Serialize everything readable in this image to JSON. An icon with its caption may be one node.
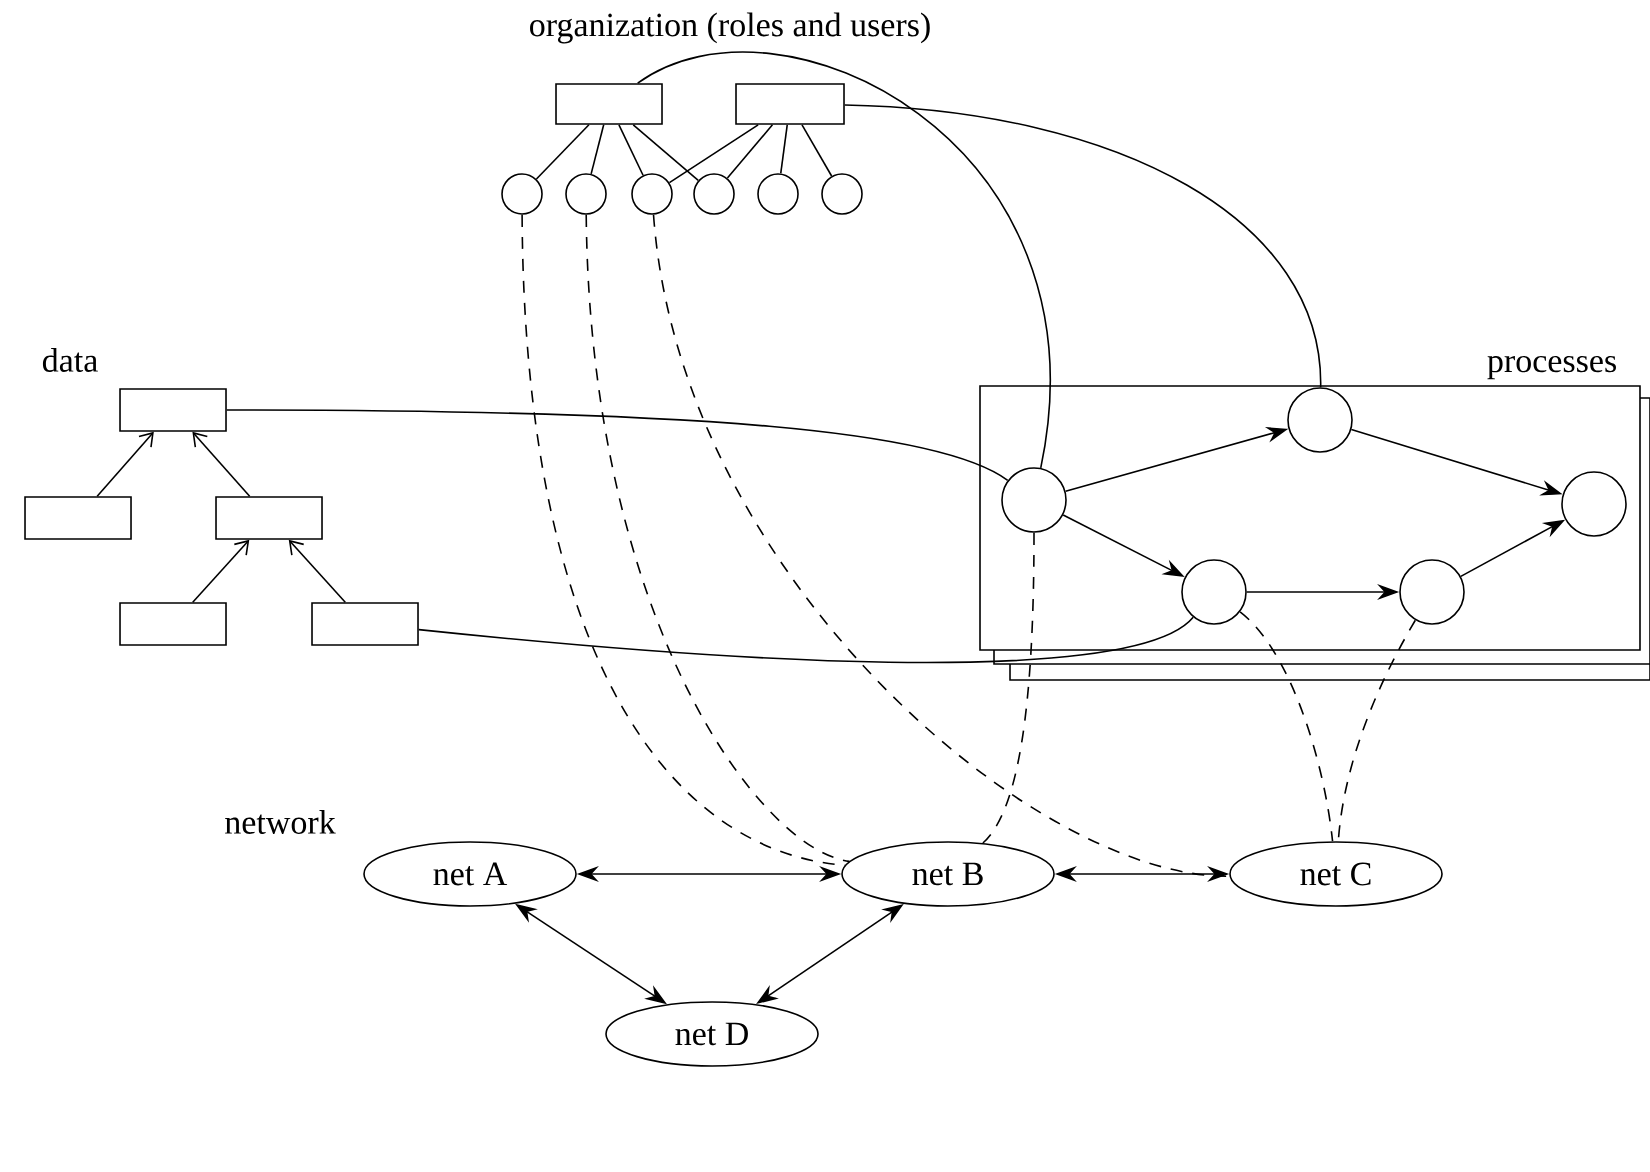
{
  "diagram": {
    "nodes": [
      {
        "text": [],
        "shape": "box"
      },
      {
        "text": [],
        "shape": "box"
      },
      {
        "text": [],
        "shape": "circle"
      },
      {
        "text": [],
        "shape": "circle"
      },
      {
        "text": [],
        "shape": "circle"
      },
      {
        "text": [],
        "shape": "circle"
      },
      {
        "text": [],
        "shape": "circle"
      },
      {
        "text": [],
        "shape": "circle"
      },
      {
        "text": [],
        "shape": "box"
      },
      {
        "text": [],
        "shape": "box"
      },
      {
        "text": [],
        "shape": "box"
      },
      {
        "text": [],
        "shape": "box"
      },
      {
        "text": [],
        "shape": "box"
      },
      {
        "text": [
          "processes"
        ]
      },
      {
        "text": [],
        "shape": "circle",
        "in": 13
      },
      {
        "text": [],
        "shape": "circle",
        "in": 13
      },
      {
        "text": [],
        "shape": "circle",
        "in": 13
      },
      {
        "text": [],
        "shape": "circle",
        "in": 13
      },
      {
        "text": [],
        "shape": "circle",
        "in": 13
      },
      {
        "text": [
          "net A"
        ]
      },
      {
        "text": [
          "net B"
        ]
      },
      {
        "text": [
          "net C"
        ]
      },
      {
        "text": [
          "net D"
        ]
      }
    ],
    "edges": [
      {
        "from": 0,
        "to": 2,
        "arrow": "none"
      },
      {
        "from": 0,
        "to": 3,
        "arrow": "none"
      },
      {
        "from": 0,
        "to": 4,
        "arrow": "none"
      },
      {
        "from": 0,
        "to": 5,
        "arrow": "none"
      },
      {
        "from": 1,
        "to": 4,
        "arrow": "none"
      },
      {
        "from": 1,
        "to": 5,
        "arrow": "none"
      },
      {
        "from": 1,
        "to": 6,
        "arrow": "none"
      },
      {
        "from": 1,
        "to": 7,
        "arrow": "none"
      },
      {
        "from": 9,
        "to": 8,
        "arrow": "to"
      },
      {
        "from": 10,
        "to": 8,
        "arrow": "to"
      },
      {
        "from": 11,
        "to": 10,
        "arrow": "to"
      },
      {
        "from": 12,
        "to": 10,
        "arrow": "to"
      },
      {
        "from": 14,
        "to": 15,
        "arrow": "to"
      },
      {
        "from": 14,
        "to": 16,
        "arrow": "to"
      },
      {
        "from": 16,
        "to": 17,
        "arrow": "to"
      },
      {
        "from": 15,
        "to": 18,
        "arrow": "to"
      },
      {
        "from": 17,
        "to": 18,
        "arrow": "to"
      },
      {
        "from": 19,
        "to": 20,
        "arrow": "both"
      },
      {
        "from": 20,
        "to": 21,
        "arrow": "both"
      },
      {
        "from": 19,
        "to": 22,
        "arrow": "both"
      },
      {
        "from": 20,
        "to": 22,
        "arrow": "both"
      },
      {
        "from": 0,
        "to": 14,
        "arrow": "none"
      },
      {
        "from": 1,
        "to": 15,
        "arrow": "none"
      },
      {
        "from": 8,
        "to": 14,
        "arrow": "none"
      },
      {
        "from": 12,
        "to": 16,
        "arrow": "none"
      },
      {
        "from": 2,
        "to": 20,
        "arrow": "none",
        "style": "dashed"
      },
      {
        "from": 3,
        "to": 20,
        "arrow": "none",
        "style": "dashed"
      },
      {
        "from": 4,
        "to": 21,
        "arrow": "none",
        "style": "dashed"
      },
      {
        "from": 14,
        "to": 20,
        "arrow": "none",
        "style": "dashed"
      },
      {
        "from": 16,
        "to": 21,
        "arrow": "none",
        "style": "dashed"
      },
      {
        "from": 17,
        "to": 21,
        "arrow": "none",
        "style": "dashed"
      }
    ],
    "labels": [
      "organization (roles and users)",
      "data",
      "network"
    ]
  }
}
